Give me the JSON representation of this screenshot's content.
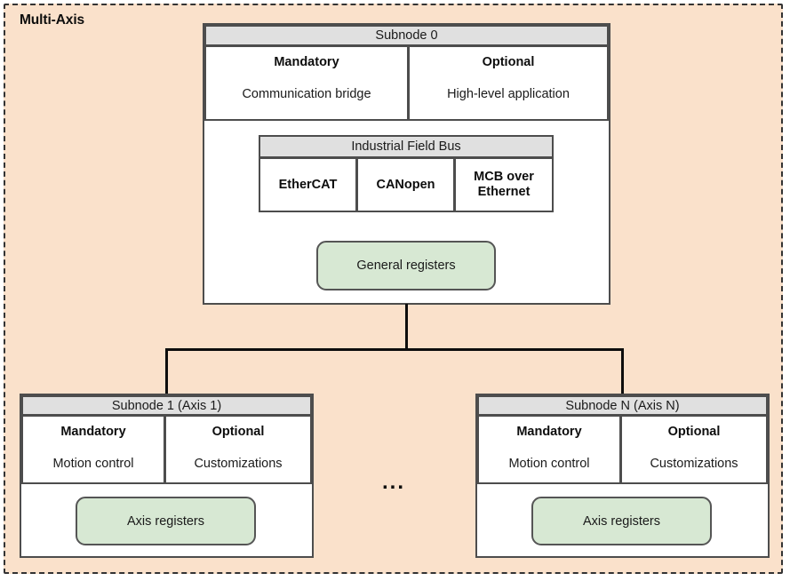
{
  "frame": {
    "title": "Multi-Axis",
    "background_color": "#fae1cb",
    "border_color": "#333333"
  },
  "colors": {
    "header_fill": "#e0e0e0",
    "box_fill": "#ffffff",
    "register_fill": "#d7e8d3",
    "border": "#4d4d4d",
    "line": "#0d0d0d"
  },
  "subnode0": {
    "header": "Subnode 0",
    "columns": [
      {
        "title": "Mandatory",
        "subtitle": "Communication bridge"
      },
      {
        "title": "Optional",
        "subtitle": "High-level application"
      }
    ],
    "fieldbus": {
      "header": "Industrial Field Bus",
      "protocols": [
        {
          "line1": "EtherCAT",
          "line2": ""
        },
        {
          "line1": "CANopen",
          "line2": ""
        },
        {
          "line1": "MCB over",
          "line2": "Ethernet"
        }
      ]
    },
    "registers": "General registers"
  },
  "subnodes": [
    {
      "header": "Subnode 1 (Axis 1)",
      "columns": [
        {
          "title": "Mandatory",
          "subtitle": "Motion control"
        },
        {
          "title": "Optional",
          "subtitle": "Customizations"
        }
      ],
      "registers": "Axis registers"
    },
    {
      "header": "Subnode N (Axis N)",
      "columns": [
        {
          "title": "Mandatory",
          "subtitle": "Motion control"
        },
        {
          "title": "Optional",
          "subtitle": "Customizations"
        }
      ],
      "registers": "Axis registers"
    }
  ],
  "ellipsis": "..."
}
